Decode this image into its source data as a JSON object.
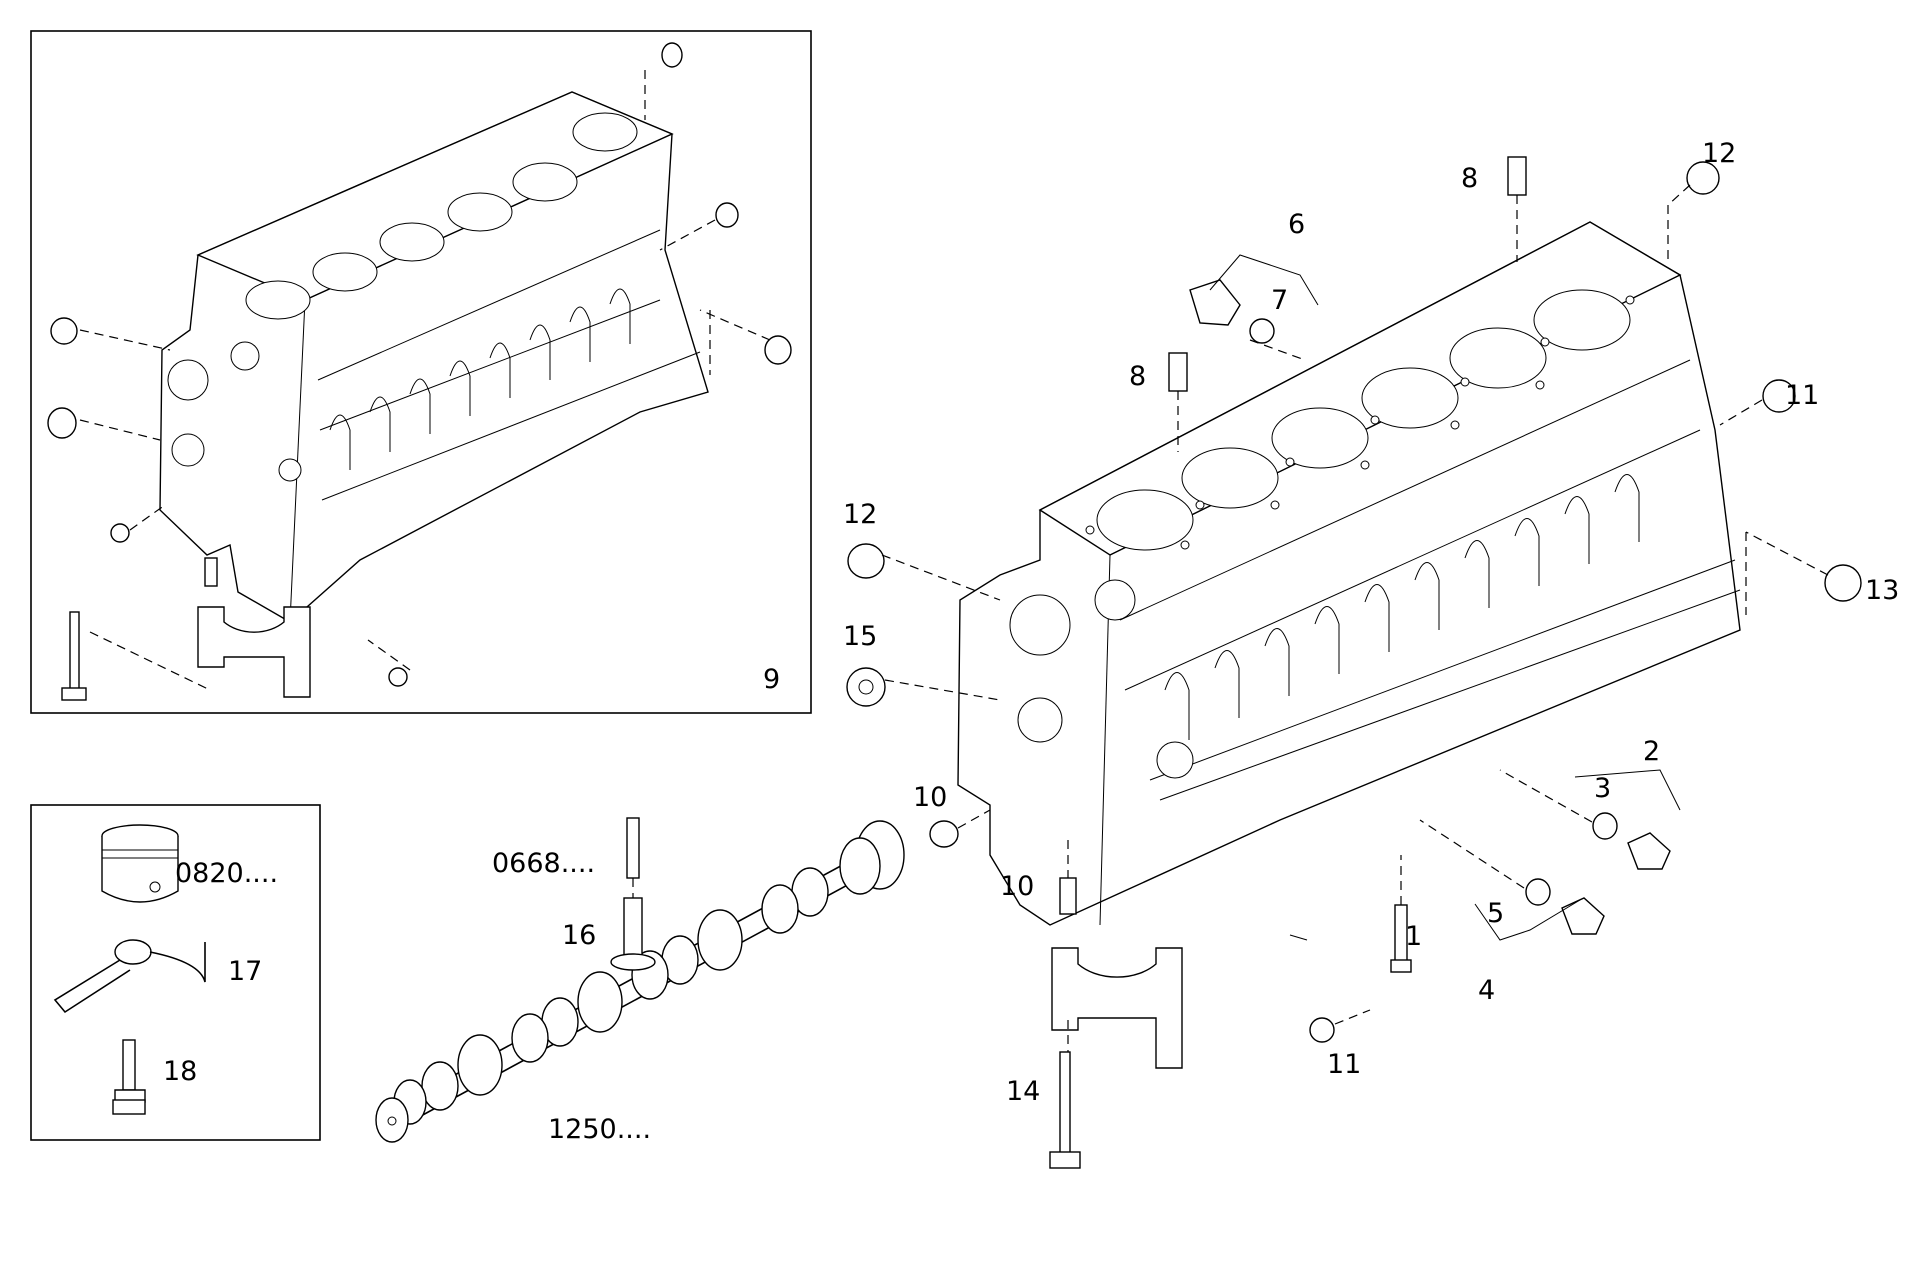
{
  "callouts": {
    "c1": "1",
    "c2": "2",
    "c3": "3",
    "c4": "4",
    "c5": "5",
    "c6": "6",
    "c7": "7",
    "c8a": "8",
    "c8b": "8",
    "c9": "9",
    "c10a": "10",
    "c10b": "10",
    "c11a": "11",
    "c11b": "11",
    "c12a": "12",
    "c12b": "12",
    "c13": "13",
    "c14": "14",
    "c15": "15",
    "c16": "16",
    "c17": "17",
    "c18": "18",
    "ref0820": "0820....",
    "ref0668": "0668....",
    "ref1250": "1250...."
  }
}
